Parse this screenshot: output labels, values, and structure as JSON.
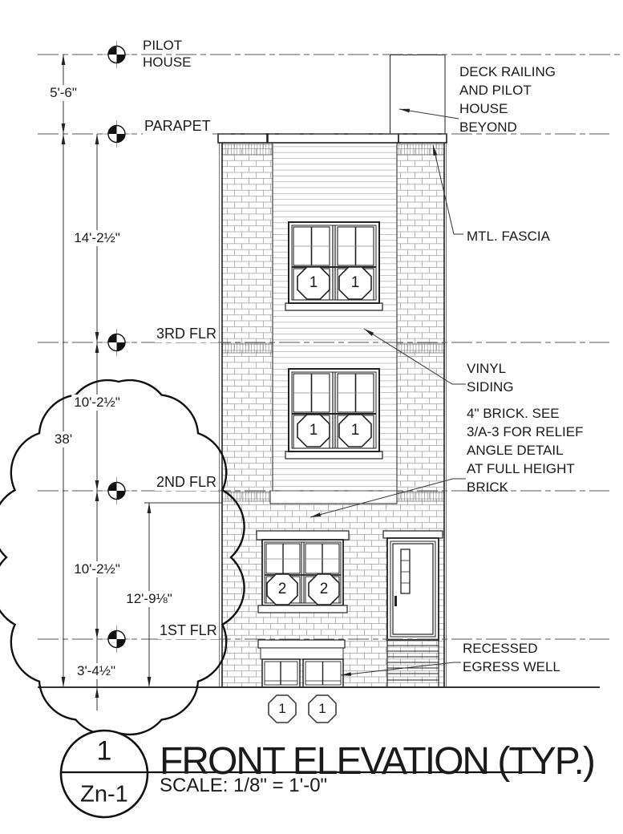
{
  "levels": {
    "pilot_house": {
      "label": "PILOT\nHOUSE"
    },
    "parapet": {
      "label": "PARAPET"
    },
    "third": {
      "label": "3RD FLR"
    },
    "second": {
      "label": "2ND FLR"
    },
    "first": {
      "label": "1ST FLR"
    }
  },
  "dimensions": {
    "pilot_to_parapet": "5'-6\"",
    "parapet_to_3rd": "14'-2½\"",
    "third_to_2nd": "10'-2½\"",
    "second_to_1st": "10'-2½\"",
    "first_to_grade": "3'-4½\"",
    "overall_height": "38'",
    "full_height_brick": "12'-9⅛\""
  },
  "notes": {
    "deck_railing": "DECK RAILING\nAND PILOT\nHOUSE\nBEYOND",
    "mtl_fascia": "MTL. FASCIA",
    "vinyl_siding": "VINYL\nSIDING",
    "brick_note": "4\" BRICK.  SEE\n3/A-3 FOR RELIEF\nANGLE DETAIL\nAT FULL HEIGHT\nBRICK",
    "egress_well": "RECESSED\nEGRESS WELL"
  },
  "window_tags": {
    "third": [
      "1",
      "1"
    ],
    "second": [
      "1",
      "1"
    ],
    "first": [
      "2",
      "2"
    ],
    "basement": [
      "1",
      "1"
    ]
  },
  "title_block": {
    "detail_number": "1",
    "sheet_ref": "Zn-1",
    "title": "FRONT ELEVATION (TYP.)",
    "scale": "SCALE: 1/8\"  = 1'-0\""
  },
  "colors": {
    "ink": "#1a1a1a",
    "hatch": "#8a8a8a"
  }
}
